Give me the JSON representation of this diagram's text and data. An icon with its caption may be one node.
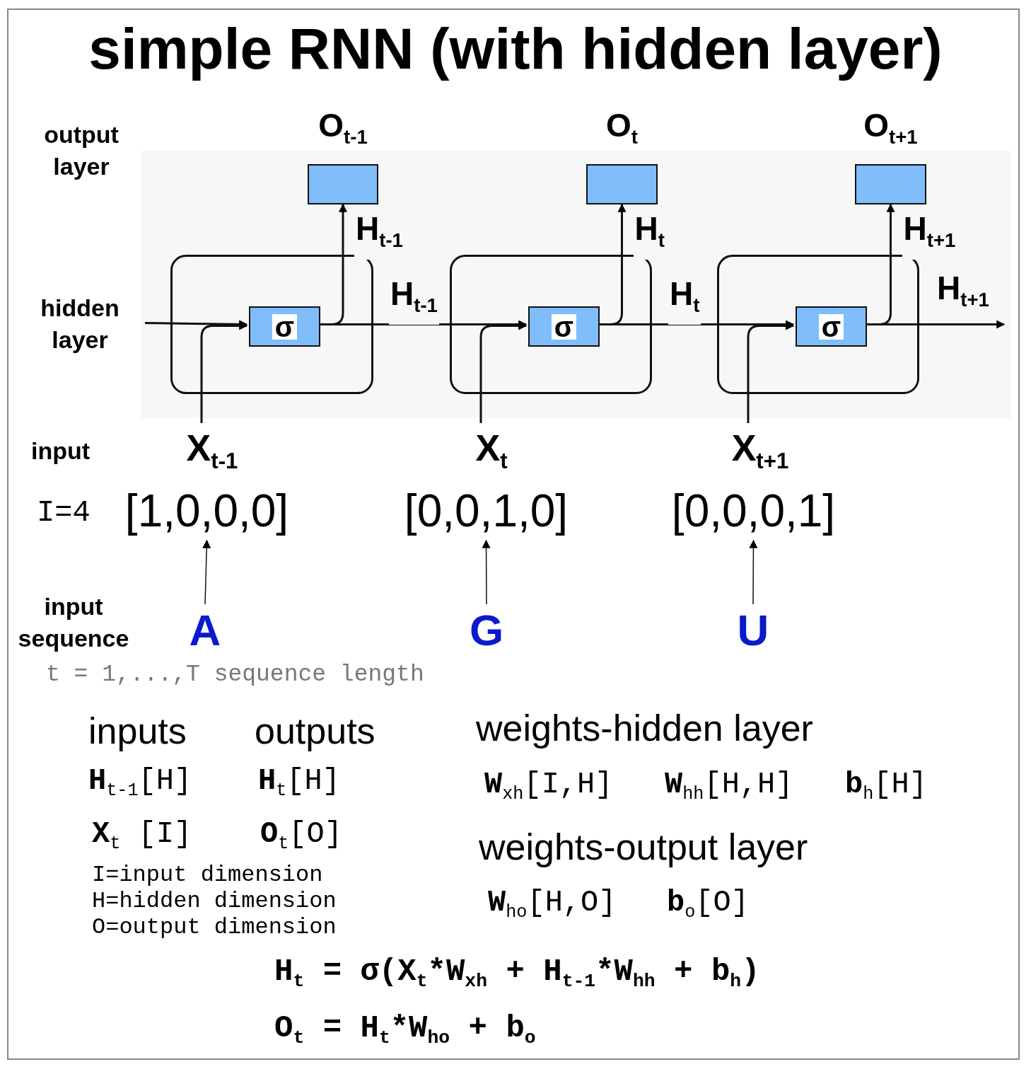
{
  "diagram": {
    "title": "simple RNN (with hidden layer)",
    "nodes": [
      {
        "text": [
          "O$_{t-1}$"
        ]
      },
      {
        "text": [
          "O$_{t}$"
        ]
      },
      {
        "text": [
          "O$_{t+1}$"
        ]
      },
      {
        "text": [],
        "shape": "box"
      },
      {
        "text": [
          "σ"
        ],
        "in": 3
      },
      {
        "text": [],
        "shape": "box"
      },
      {
        "text": [
          "σ"
        ],
        "in": 5
      },
      {
        "text": [],
        "shape": "box"
      },
      {
        "text": [
          "σ"
        ],
        "in": 7
      },
      {
        "text": [
          "X$_{t-1}$"
        ]
      },
      {
        "text": [
          "X$_{t}$"
        ]
      },
      {
        "text": [
          "X$_{t+1}$"
        ]
      },
      {
        "text": [
          "[1,0,0,0]"
        ]
      },
      {
        "text": [
          "[0,0,1,0]"
        ]
      },
      {
        "text": [
          "[0,0,0,1]"
        ]
      },
      {
        "text": [
          "A"
        ]
      },
      {
        "text": [
          "G"
        ]
      },
      {
        "text": [
          "U"
        ]
      }
    ],
    "edges": [
      {
        "from": null,
        "to": 4,
        "arrow": "to"
      },
      {
        "from": 4,
        "to": 0,
        "arrow": "to",
        "label": "H$_{t-1}$"
      },
      {
        "from": 4,
        "to": 6,
        "arrow": "to",
        "label": "H$_{t-1}$"
      },
      {
        "from": 6,
        "to": 1,
        "arrow": "to",
        "label": "H$_{t}$"
      },
      {
        "from": 6,
        "to": 8,
        "arrow": "to",
        "label": "H$_{t}$"
      },
      {
        "from": 8,
        "to": 2,
        "arrow": "to",
        "label": "H$_{t+1}$"
      },
      {
        "from": 8,
        "to": null,
        "arrow": "to",
        "label": "H$_{t+1}$"
      },
      {
        "from": 9,
        "to": 4,
        "arrow": "to"
      },
      {
        "from": 10,
        "to": 6,
        "arrow": "to"
      },
      {
        "from": 11,
        "to": 8,
        "arrow": "to"
      },
      {
        "from": 15,
        "to": 12,
        "arrow": "to"
      },
      {
        "from": 16,
        "to": 13,
        "arrow": "to"
      },
      {
        "from": 17,
        "to": 14,
        "arrow": "to"
      }
    ],
    "labels": [
      "output layer",
      "hidden layer",
      "input",
      "I=4",
      "input sequence",
      "t = 1,...,T sequence length",
      "inputs",
      "outputs",
      "weights-hidden layer",
      "**H**$_{t-1}$[H]",
      "**H**$_{t}$[H]",
      "**W**$_{xh}$[I,H]",
      "**W**$_{hh}$[H,H]",
      "**b**$_{h}$[H]",
      "**X**$_{t}$ [I]",
      "**O**$_{t}$[O]",
      "weights-output layer",
      "I=input dimension",
      "H=hidden dimension",
      "O=output dimension",
      "**W**$_{ho}$[H,O]",
      "**b**$_{o}$[O]",
      "H$_{t}$ = σ(X$_{t}$*W$_{xh}$ + H$_{t-1}$*W$_{hh}$ + b$_{h}$)",
      "O$_{t}$ = H$_{t}$*W$_{ho}$ + b$_{o}$"
    ]
  }
}
